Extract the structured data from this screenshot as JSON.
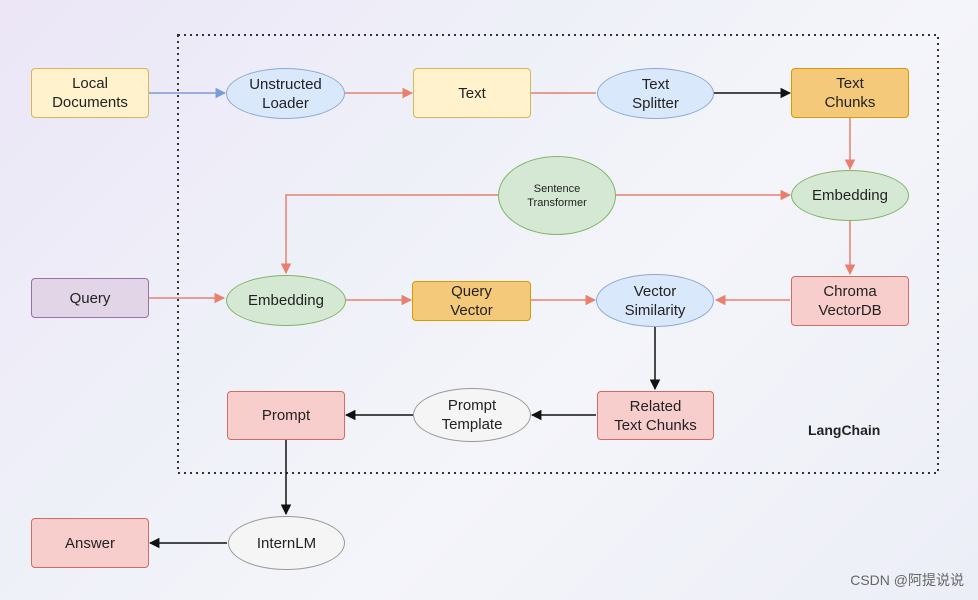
{
  "diagram": {
    "container_label": "LangChain",
    "watermark": "CSDN @阿提说说",
    "colors": {
      "edge_red": "#e8806e",
      "edge_blue": "#7a9cd6",
      "edge_black": "#111111",
      "container_border": "#333333"
    },
    "nodes": {
      "local_documents": "Local\nDocuments",
      "unstructured_loader": "Unstructed\nLoader",
      "text": "Text",
      "text_splitter": "Text\nSplitter",
      "text_chunks": "Text\nChunks",
      "sentence_transformer": "Sentence\nTransformer",
      "embedding_right": "Embedding",
      "query": "Query",
      "embedding_left": "Embedding",
      "query_vector": "Query\nVector",
      "vector_similarity": "Vector\nSimilarity",
      "chroma_vectordb": "Chroma\nVectorDB",
      "prompt": "Prompt",
      "prompt_template": "Prompt\nTemplate",
      "related_text_chunks": "Related\nText Chunks",
      "answer": "Answer",
      "internlm": "InternLM"
    }
  }
}
